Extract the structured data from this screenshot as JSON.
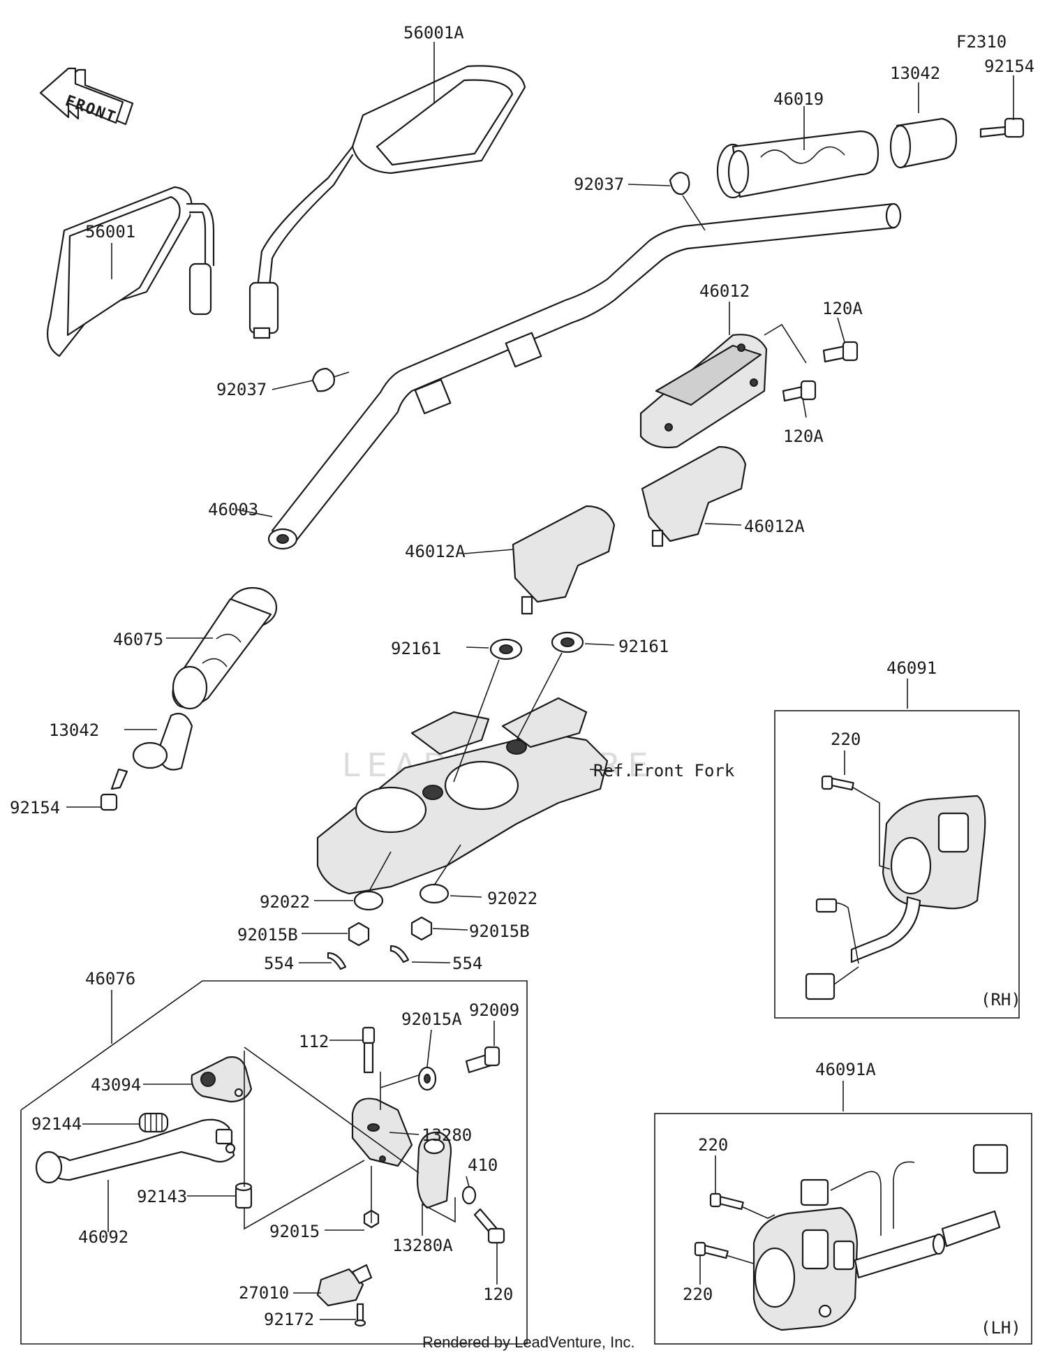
{
  "diagram": {
    "front_arrow": "FRONT",
    "figure_code": "F2310",
    "watermark": "LEADVENTURE",
    "footer": "Rendered by LeadVenture, Inc.",
    "ref_label": "Ref.Front Fork",
    "side_rh": "(RH)",
    "side_lh": "(LH)",
    "parts": {
      "p56001A": "56001A",
      "p56001": "56001",
      "p46019": "46019",
      "p13042_r": "13042",
      "p92154_r": "92154",
      "p92037_r": "92037",
      "p92037_l": "92037",
      "p46012": "46012",
      "p120A_a": "120A",
      "p120A_b": "120A",
      "p46012A_r": "46012A",
      "p46012A_l": "46012A",
      "p46003": "46003",
      "p46075": "46075",
      "p92161_l": "92161",
      "p92161_r": "92161",
      "p13042_l": "13042",
      "p92154_l": "92154",
      "p92022_l": "92022",
      "p92022_r": "92022",
      "p92015B_l": "92015B",
      "p92015B_r": "92015B",
      "p554_l": "554",
      "p554_r": "554",
      "p46091": "46091",
      "p220_rh": "220",
      "p46076": "46076",
      "p112": "112",
      "p92015A": "92015A",
      "p92009": "92009",
      "p43094": "43094",
      "p92144": "92144",
      "p13280": "13280",
      "p410": "410",
      "p92143": "92143",
      "p46092": "46092",
      "p92015": "92015",
      "p13280A": "13280A",
      "p27010": "27010",
      "p120": "120",
      "p92172": "92172",
      "p46091A": "46091A",
      "p220_lh_a": "220",
      "p220_lh_b": "220"
    }
  }
}
